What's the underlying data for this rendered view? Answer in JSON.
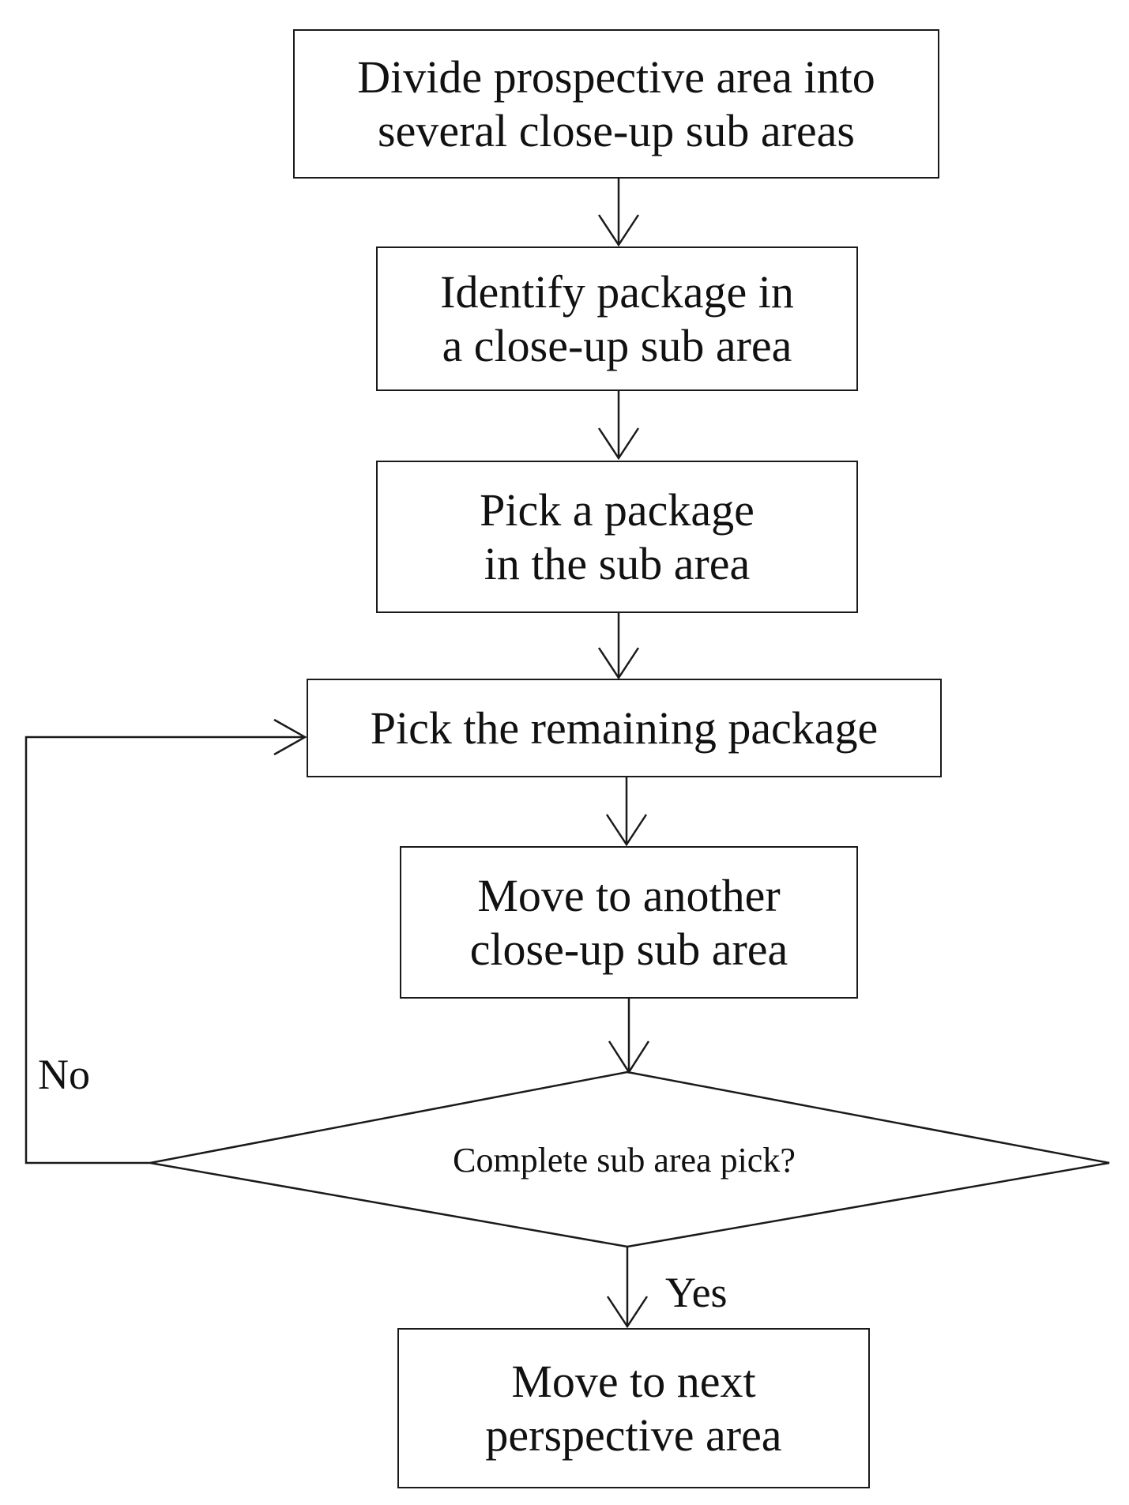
{
  "flowchart": {
    "steps": {
      "divide": {
        "line1": "Divide prospective area into",
        "line2": "several close-up sub areas"
      },
      "identify": {
        "line1": "Identify package in",
        "line2": "a close-up sub area"
      },
      "pick_package": {
        "line1": "Pick a package",
        "line2": "in the sub area"
      },
      "pick_remaining": {
        "line1": "Pick the remaining package"
      },
      "move_another": {
        "line1": "Move to another",
        "line2": "close-up sub area"
      },
      "move_next": {
        "line1": "Move to next",
        "line2": "perspective area"
      }
    },
    "decision": {
      "question": "Complete sub area pick?",
      "no_label": "No",
      "yes_label": "Yes"
    }
  }
}
